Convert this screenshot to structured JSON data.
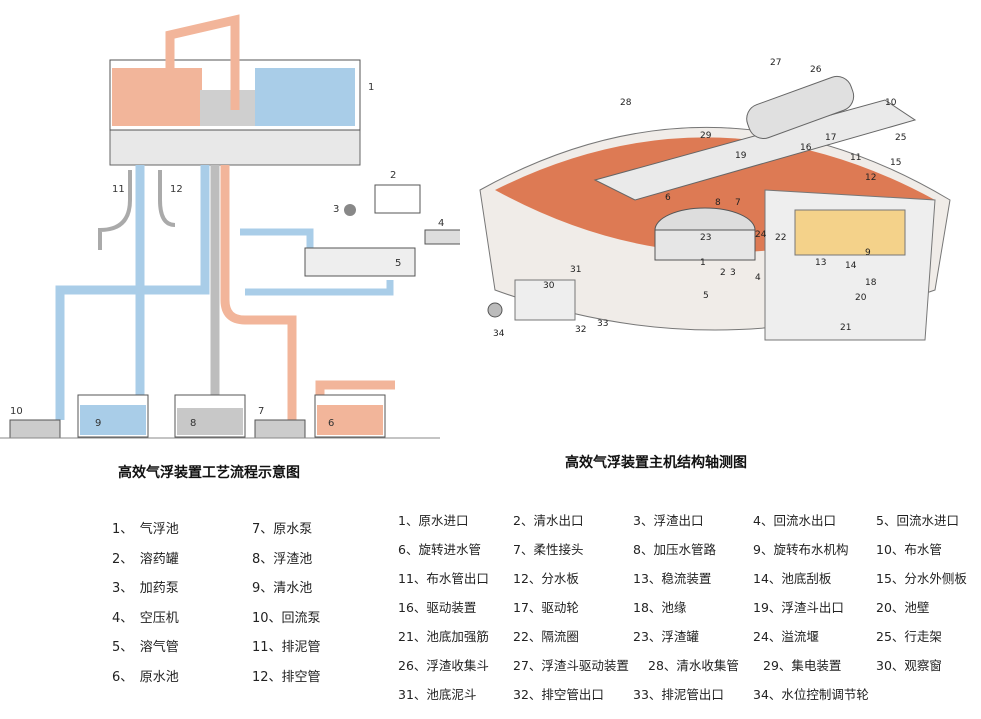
{
  "left_diagram": {
    "caption": "高效气浮装置工艺流程示意图",
    "callouts": [
      "1",
      "2",
      "3",
      "4",
      "5",
      "6",
      "7",
      "8",
      "9",
      "10",
      "11",
      "12"
    ]
  },
  "right_diagram": {
    "caption": "高效气浮装置主机结构轴测图",
    "callouts": [
      "1",
      "2",
      "3",
      "4",
      "5",
      "6",
      "7",
      "8",
      "9",
      "10",
      "11",
      "12",
      "13",
      "14",
      "15",
      "16",
      "17",
      "18",
      "19",
      "20",
      "21",
      "22",
      "23",
      "24",
      "25",
      "26",
      "27",
      "28",
      "29",
      "30",
      "31",
      "32",
      "33",
      "34"
    ]
  },
  "legend_left": [
    [
      "1、　气浮池",
      "7、原水泵"
    ],
    [
      "2、　溶药罐",
      "8、浮渣池"
    ],
    [
      "3、　加药泵",
      "9、清水池"
    ],
    [
      "4、　空压机",
      "10、回流泵"
    ],
    [
      "5、　溶气管",
      "11、排泥管"
    ],
    [
      "6、　原水池",
      "12、排空管"
    ]
  ],
  "legend_right": [
    [
      "1、原水进口",
      "2、清水出口",
      "3、浮渣出口",
      "4、回流水出口",
      "5、回流水进口"
    ],
    [
      "6、旋转进水管",
      "7、柔性接头",
      "8、加压水管路",
      "9、旋转布水机构",
      "10、布水管"
    ],
    [
      "11、布水管出口",
      "12、分水板",
      "13、稳流装置",
      "14、池底刮板",
      "15、分水外侧板"
    ],
    [
      "16、驱动装置",
      "17、驱动轮",
      "18、池缘",
      "19、浮渣斗出口",
      "20、池壁"
    ],
    [
      "21、池底加强筋",
      "22、隔流圈",
      "23、浮渣罐",
      "24、溢流堰",
      "25、行走架"
    ],
    [
      "26、浮渣收集斗",
      "27、浮渣斗驱动装置",
      "28、清水收集管",
      "29、集电装置",
      "30、观察窗"
    ],
    [
      "31、池底泥斗",
      "32、排空管出口",
      "33、排泥管出口",
      "34、水位控制调节轮"
    ]
  ],
  "colors": {
    "raw_water": "#f2b59a",
    "clear_water": "#a9cde8",
    "sludge": "#c8c8c8",
    "tank_orange": "#d9663a"
  }
}
